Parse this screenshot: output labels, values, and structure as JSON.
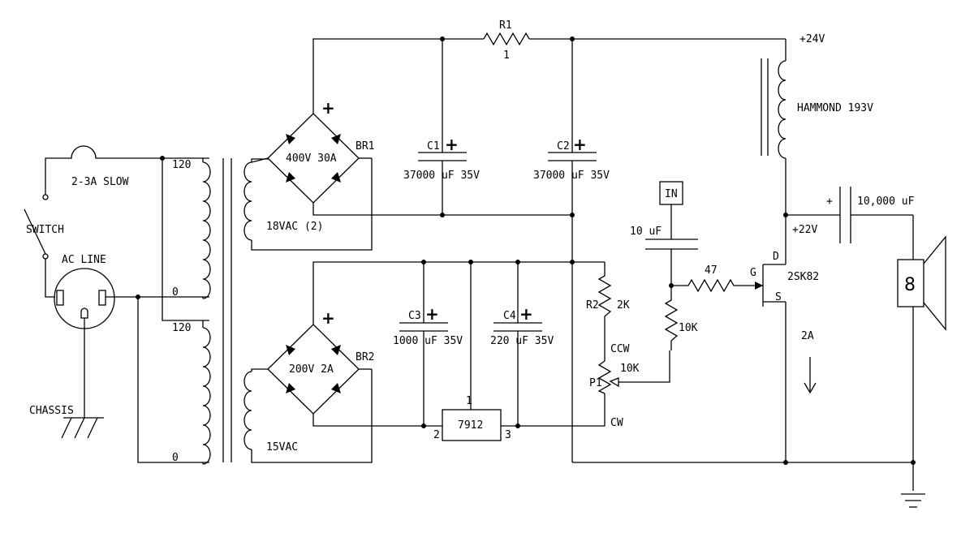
{
  "components": {
    "fuse": "2-3A SLOW",
    "switch": "SWITCH",
    "ac_line": "AC LINE",
    "chassis": "CHASSIS",
    "primary_top": "120",
    "primary_top_zero": "0",
    "primary_bottom": "120",
    "primary_bottom_zero": "0",
    "br1_rating": "400V 30A",
    "br1": "BR1",
    "sec1": "18VAC (2)",
    "br2_rating": "200V 2A",
    "br2": "BR2",
    "sec2": "15VAC",
    "r1": "R1",
    "r1_value": "1",
    "c1": "C1",
    "c1_value": "37000 uF 35V",
    "c2": "C2",
    "c2_value": "37000 uF 35V",
    "c3": "C3",
    "c3_value": "1000 uF 35V",
    "c4": "C4",
    "c4_value": "220 uF 35V",
    "reg": "7912",
    "reg_pin1": "1",
    "reg_pin2": "2",
    "reg_pin3": "3",
    "r2": "R2",
    "r2_value": "2K",
    "p1": "P1",
    "p1_value": "10K",
    "ccw": "CCW",
    "cw": "CW",
    "input": "IN",
    "cin": "10 uF",
    "r_gate": "47",
    "r_bias": "10K",
    "choke": "HAMMOND 193V",
    "v_supply": "+24V",
    "v_drain": "+22V",
    "cout": "10,000 uF",
    "cout_polarity": "+",
    "fet": "2SK82",
    "pin_g": "G",
    "pin_d": "D",
    "pin_s": "S",
    "current": "2A",
    "speaker": "8",
    "plus": "+"
  }
}
